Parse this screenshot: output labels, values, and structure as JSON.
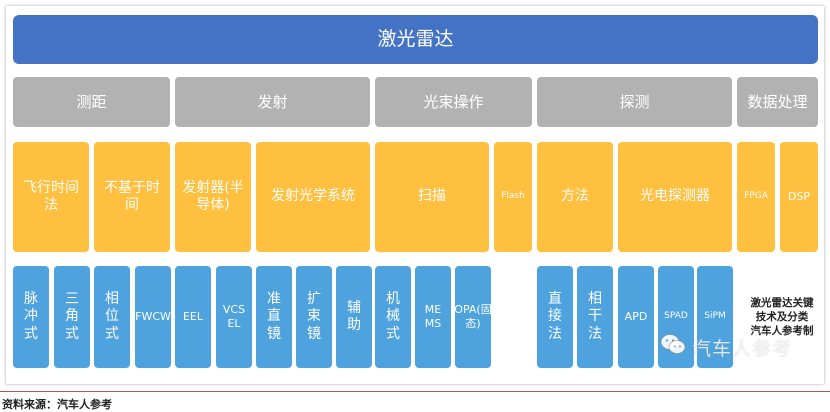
{
  "title": "激光雷达",
  "categories": [
    "测距",
    "发射",
    "光束操作",
    "探测",
    "数据处理"
  ],
  "subcategories": [
    "飞行时间法",
    "不基于时间",
    "发射器(半导体)",
    "发射光学系统",
    "扫描",
    "Flash",
    "方法",
    "光电探测器",
    "FPGA",
    "DSP"
  ],
  "items": [
    "脉冲式",
    "三角式",
    "相位式",
    "FWCW",
    "EEL",
    "VCSEL",
    "准直镜",
    "扩束镜",
    "辅助",
    "机械式",
    "MEMS",
    "OPA(固态)",
    "直接法",
    "相干法",
    "APD",
    "SPAD",
    "SiPM"
  ],
  "watermark": {
    "caption_lines": [
      "激光雷达关键",
      "技术及分类",
      "汽车人参考制"
    ],
    "logo_icon": "wechat-icon",
    "name": "汽车人参考"
  },
  "source": "资料来源：汽车人参考",
  "colors": {
    "title": "#4472c4",
    "category": "#b2b2b2",
    "subcategory": "#ffbf3f",
    "item": "#4ea2de",
    "divider": "#c0504d"
  }
}
